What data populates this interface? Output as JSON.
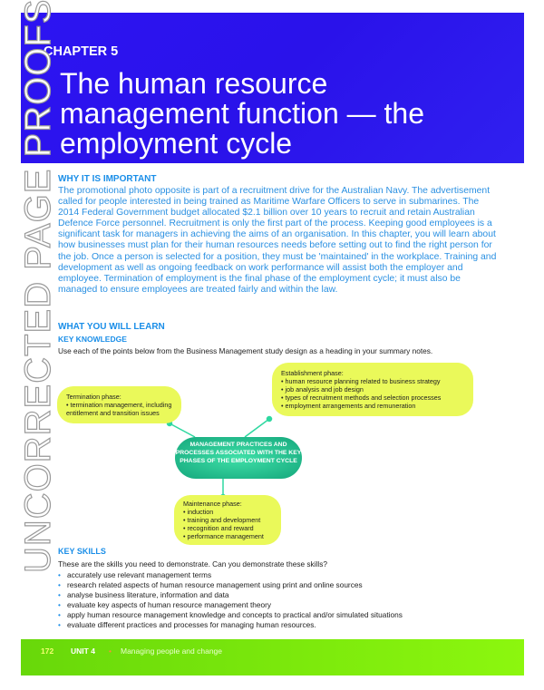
{
  "header": {
    "chapter": "CHAPTER 5",
    "title": "The human resource management function — the employment cycle"
  },
  "watermark": "UNCORRECTED PAGE PROOFS",
  "why": {
    "heading": "WHY IT IS IMPORTANT",
    "body": "The promotional photo opposite is part of a recruitment drive for the Australian Navy. The advertisement called for people interested in being trained as Maritime Warfare Officers to serve in submarines. The 2014 Federal Government budget allocated $2.1 billion over 10 years to recruit and retain Australian Defence Force personnel. Recruitment is only the first part of the process. Keeping good employees is a significant task for managers in achieving the aims of an organisation. In this chapter, you will learn about how businesses must plan for their human resources needs before setting out to find the right person for the job. Once a person is selected for a position, they must be 'maintained' in the workplace. Training and development as well as ongoing feedback on work performance will assist both the employer and employee. Termination of employment is the final phase of the employment cycle; it must also be managed to ensure employees are treated fairly and within the law."
  },
  "learn": {
    "heading": "WHAT YOU WILL LEARN",
    "sub": "KEY KNOWLEDGE",
    "intro": "Use each of the points below from the Business Management study design as a heading in your summary notes."
  },
  "diagram": {
    "center": "MANAGEMENT PRACTICES AND PROCESSES ASSOCIATED WITH THE KEY PHASES OF THE EMPLOYMENT CYCLE",
    "termination": {
      "title": "Termination phase:",
      "items": [
        "termination management, including entitlement and transition issues"
      ]
    },
    "establishment": {
      "title": "Establishment phase:",
      "items": [
        "human resource planning related to business strategy",
        "job analysis and job design",
        "types of recruitment methods and selection processes",
        "employment arrangements and remuneration"
      ]
    },
    "maintenance": {
      "title": "Maintenance phase:",
      "items": [
        "induction",
        "training and development",
        "recognition and reward",
        "performance management"
      ]
    },
    "colors": {
      "box": "#eaf95a",
      "center": "#1fb888",
      "connector": "#2ed8a0"
    }
  },
  "skills": {
    "heading": "KEY SKILLS",
    "intro": "These are the skills you need to demonstrate. Can you demonstrate these skills?",
    "items": [
      "accurately use relevant management terms",
      "research related aspects of human resource management using print and online sources",
      "analyse business literature, information and data",
      "evaluate key aspects of human resource management theory",
      "apply human resource management knowledge and concepts to practical and/or simulated situations",
      "evaluate different practices and processes for managing human resources."
    ]
  },
  "footer": {
    "page": "172",
    "unit": "UNIT 4",
    "bullet": "•",
    "topic": "Managing people and change"
  }
}
